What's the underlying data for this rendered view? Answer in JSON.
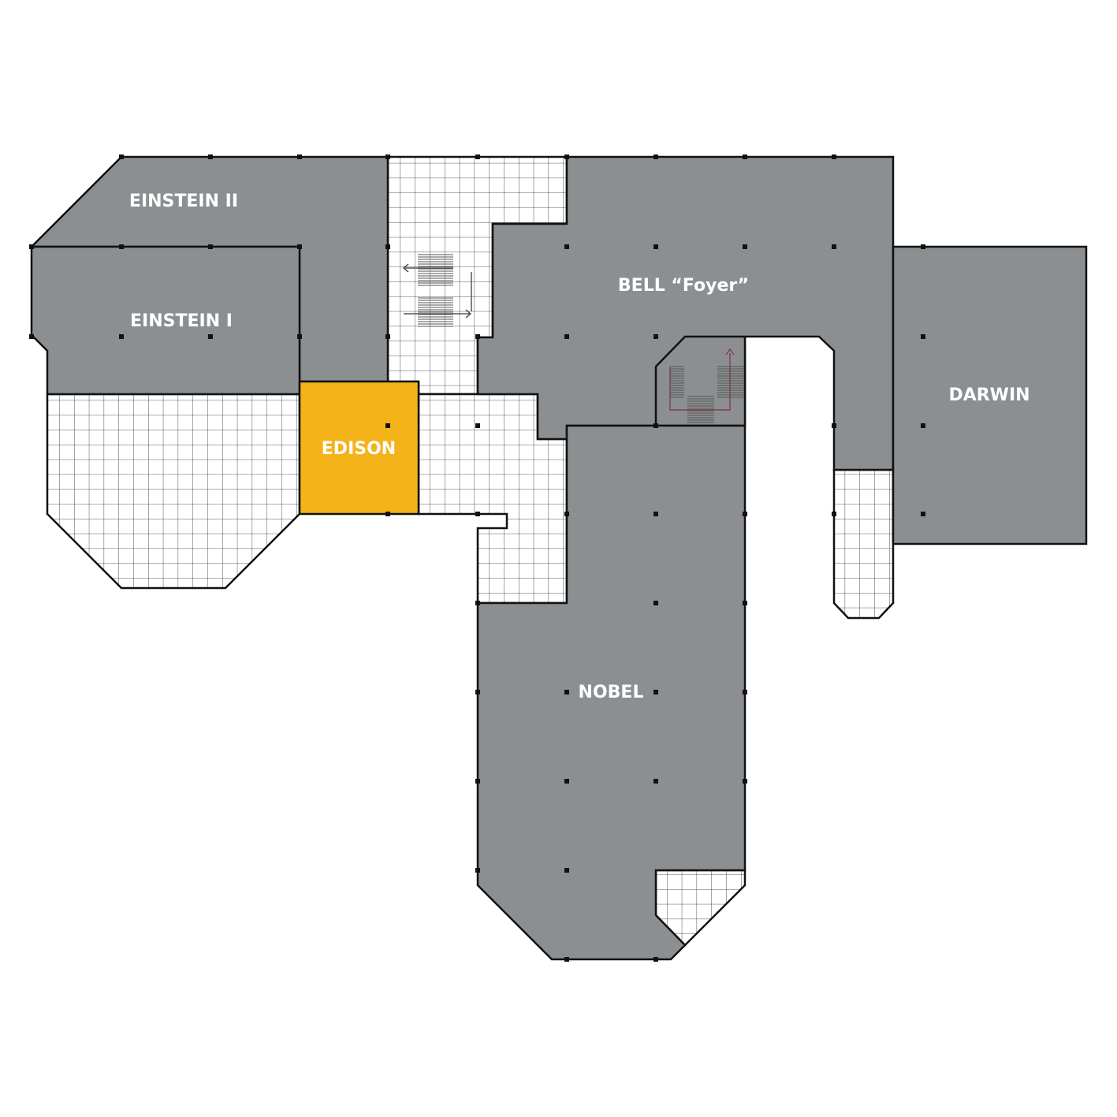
{
  "colors": {
    "room_fill": "#8c8f91",
    "highlight_fill": "#f5b31a",
    "open_area_fill": "#ffffff",
    "grid_line": "#222222",
    "outline": "#111111",
    "label_text": "#ffffff"
  },
  "rooms": {
    "einstein_ii": {
      "label": "EINSTEIN  II",
      "selected": false
    },
    "einstein_i": {
      "label": "EINSTEIN  I",
      "selected": false
    },
    "edison": {
      "label": "EDISON",
      "selected": true
    },
    "bell_foyer": {
      "label": "BELL “Foyer”",
      "selected": false
    },
    "darwin": {
      "label": "DARWIN",
      "selected": false
    },
    "nobel": {
      "label": "NOBEL",
      "selected": false
    }
  },
  "icons": {
    "stairs_left": "stairs-icon",
    "stairs_right": "stairs-icon"
  }
}
